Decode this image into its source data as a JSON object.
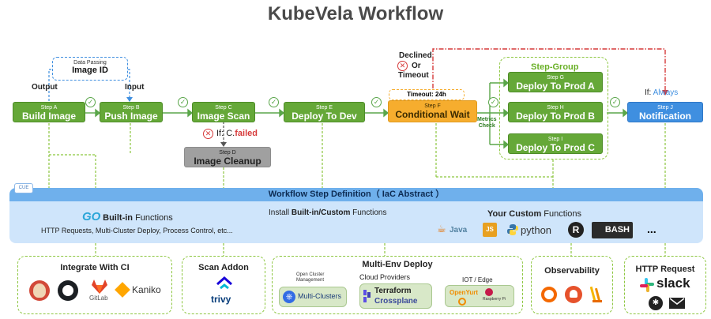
{
  "title": "KubeVela Workflow",
  "data_passing": {
    "caption": "Data Passing",
    "name": "Image ID",
    "output_label": "Output",
    "input_label": "Input"
  },
  "steps": {
    "a": {
      "id": "Step A",
      "name": "Build Image"
    },
    "b": {
      "id": "Step B",
      "name": "Push Image"
    },
    "c": {
      "id": "Step C",
      "name": "Image Scan"
    },
    "d": {
      "id": "Step D",
      "name": "Image Cleanup"
    },
    "e": {
      "id": "Step E",
      "name": "Deploy To Dev"
    },
    "f": {
      "id": "Step F",
      "name": "Conditional Wait"
    },
    "g": {
      "id": "Step G",
      "name": "Deploy To Prod A"
    },
    "h": {
      "id": "Step H",
      "name": "Deploy To Prod B"
    },
    "i": {
      "id": "Step I",
      "name": "Deploy To Prod C"
    },
    "j": {
      "id": "Step J",
      "name": "Notification"
    }
  },
  "conditions": {
    "if_prefix": "If:",
    "c_failed_prefix": "C.",
    "c_failed_word": "failed",
    "always": "Always",
    "declined": "Declined",
    "or": "Or",
    "timeout": "Timeout",
    "timeout_box": "Timeout: 24h",
    "metrics_check": "Metrics\nCheck",
    "step_group": "Step-Group"
  },
  "definition": {
    "cue": "CUE",
    "bar_title": "Workflow Step Definition（ IaC Abstract ）",
    "install_prefix": "Install ",
    "install_bold": "Built-in/Custom",
    "install_suffix": " Functions",
    "go_logo": "GO",
    "builtin_bold": "Built-in",
    "builtin_suffix": " Functions",
    "builtin_desc": "HTTP Requests, Multi-Cluster Deploy, Process Control, etc...",
    "custom_prefix": "Your Custom",
    "custom_suffix": " Functions",
    "langs": {
      "java": "Java",
      "js": "JS",
      "python": "python",
      "r": "R",
      "bash": "BASH",
      "more": "..."
    }
  },
  "panels": {
    "ci": {
      "title": "Integrate With CI",
      "gitlab": "GitLab",
      "kaniko": "Kaniko"
    },
    "scan": {
      "title": "Scan Addon",
      "trivy": "trivy"
    },
    "deploy": {
      "title": "Multi-Env Deploy",
      "cloud": "Cloud Providers",
      "iot": "IOT / Edge",
      "ocm1": "Open Cluster",
      "ocm2": "Management",
      "multiclusters": "Multi-Clusters",
      "terraform": "Terraform",
      "crossplane": "Crossplane",
      "openyurt": "OpenYurt",
      "raspberry": "Raspberry Pi"
    },
    "obs": {
      "title": "Observability"
    },
    "http": {
      "title": "HTTP Request",
      "slack": "slack"
    }
  },
  "colors": {
    "step_green": "#65a838",
    "step_blue": "#3f8fe0",
    "step_orange": "#f6ad2e",
    "step_gray": "#a0a0a0",
    "decline_red": "#d63a3a",
    "check_green": "#5aa64a",
    "bar_blue": "#6fb0ec",
    "panel_border": "#8cc63f"
  },
  "icons": [
    "check-icon",
    "x-icon",
    "go-icon",
    "java-icon",
    "js-icon",
    "python-icon",
    "r-icon",
    "bash-icon",
    "jenkins-icon",
    "github-icon",
    "gitlab-icon",
    "kaniko-icon",
    "trivy-icon",
    "kubernetes-icon",
    "terraform-icon",
    "openyurt-icon",
    "raspberry-icon",
    "grafana-icon",
    "prometheus-icon",
    "loki-icon",
    "slack-icon",
    "webhook-icon",
    "email-icon"
  ]
}
